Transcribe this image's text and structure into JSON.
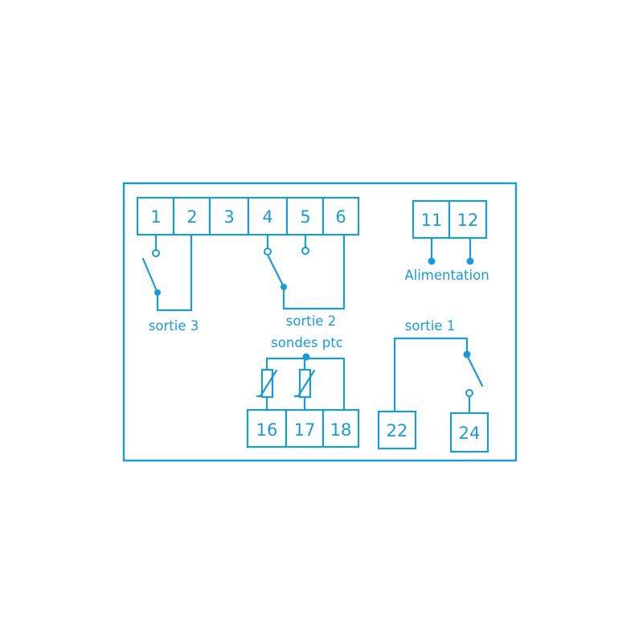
{
  "terminals": {
    "t1": "1",
    "t2": "2",
    "t3": "3",
    "t4": "4",
    "t5": "5",
    "t6": "6",
    "t11": "11",
    "t12": "12",
    "t16": "16",
    "t17": "17",
    "t18": "18",
    "t22": "22",
    "t24": "24"
  },
  "labels": {
    "sortie3": "sortie 3",
    "sortie2": "sortie 2",
    "sortie1": "sortie 1",
    "sondes": "sondes ptc",
    "alimentation": "Alimentation"
  },
  "colors": {
    "line": "#1a9ad6",
    "background": "#ffffff"
  }
}
